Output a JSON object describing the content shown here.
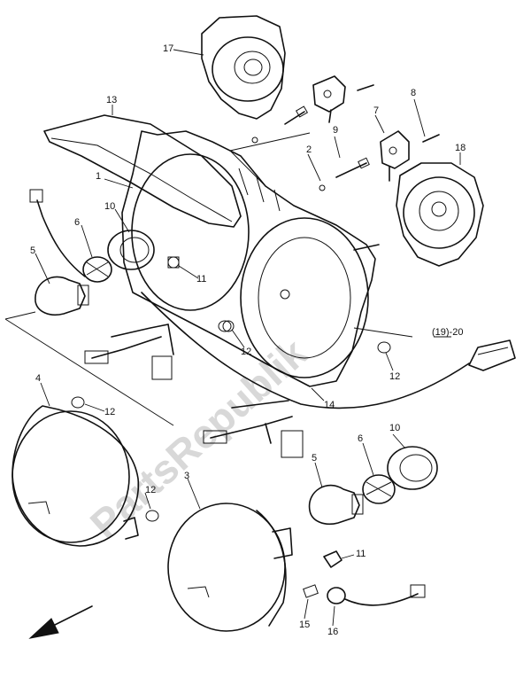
{
  "watermark": "PartsRepublik",
  "labels": {
    "l1": "1",
    "l2": "2",
    "l3": "3",
    "l4": "4",
    "l5": "5",
    "l6": "6",
    "l7": "7",
    "l8": "8",
    "l9": "9",
    "l10": "10",
    "l11": "11",
    "l12": "12",
    "l13": "13",
    "l14": "14",
    "l15": "15",
    "l16": "16",
    "l17": "17",
    "l18": "18",
    "l19_20": "(19)-20"
  }
}
